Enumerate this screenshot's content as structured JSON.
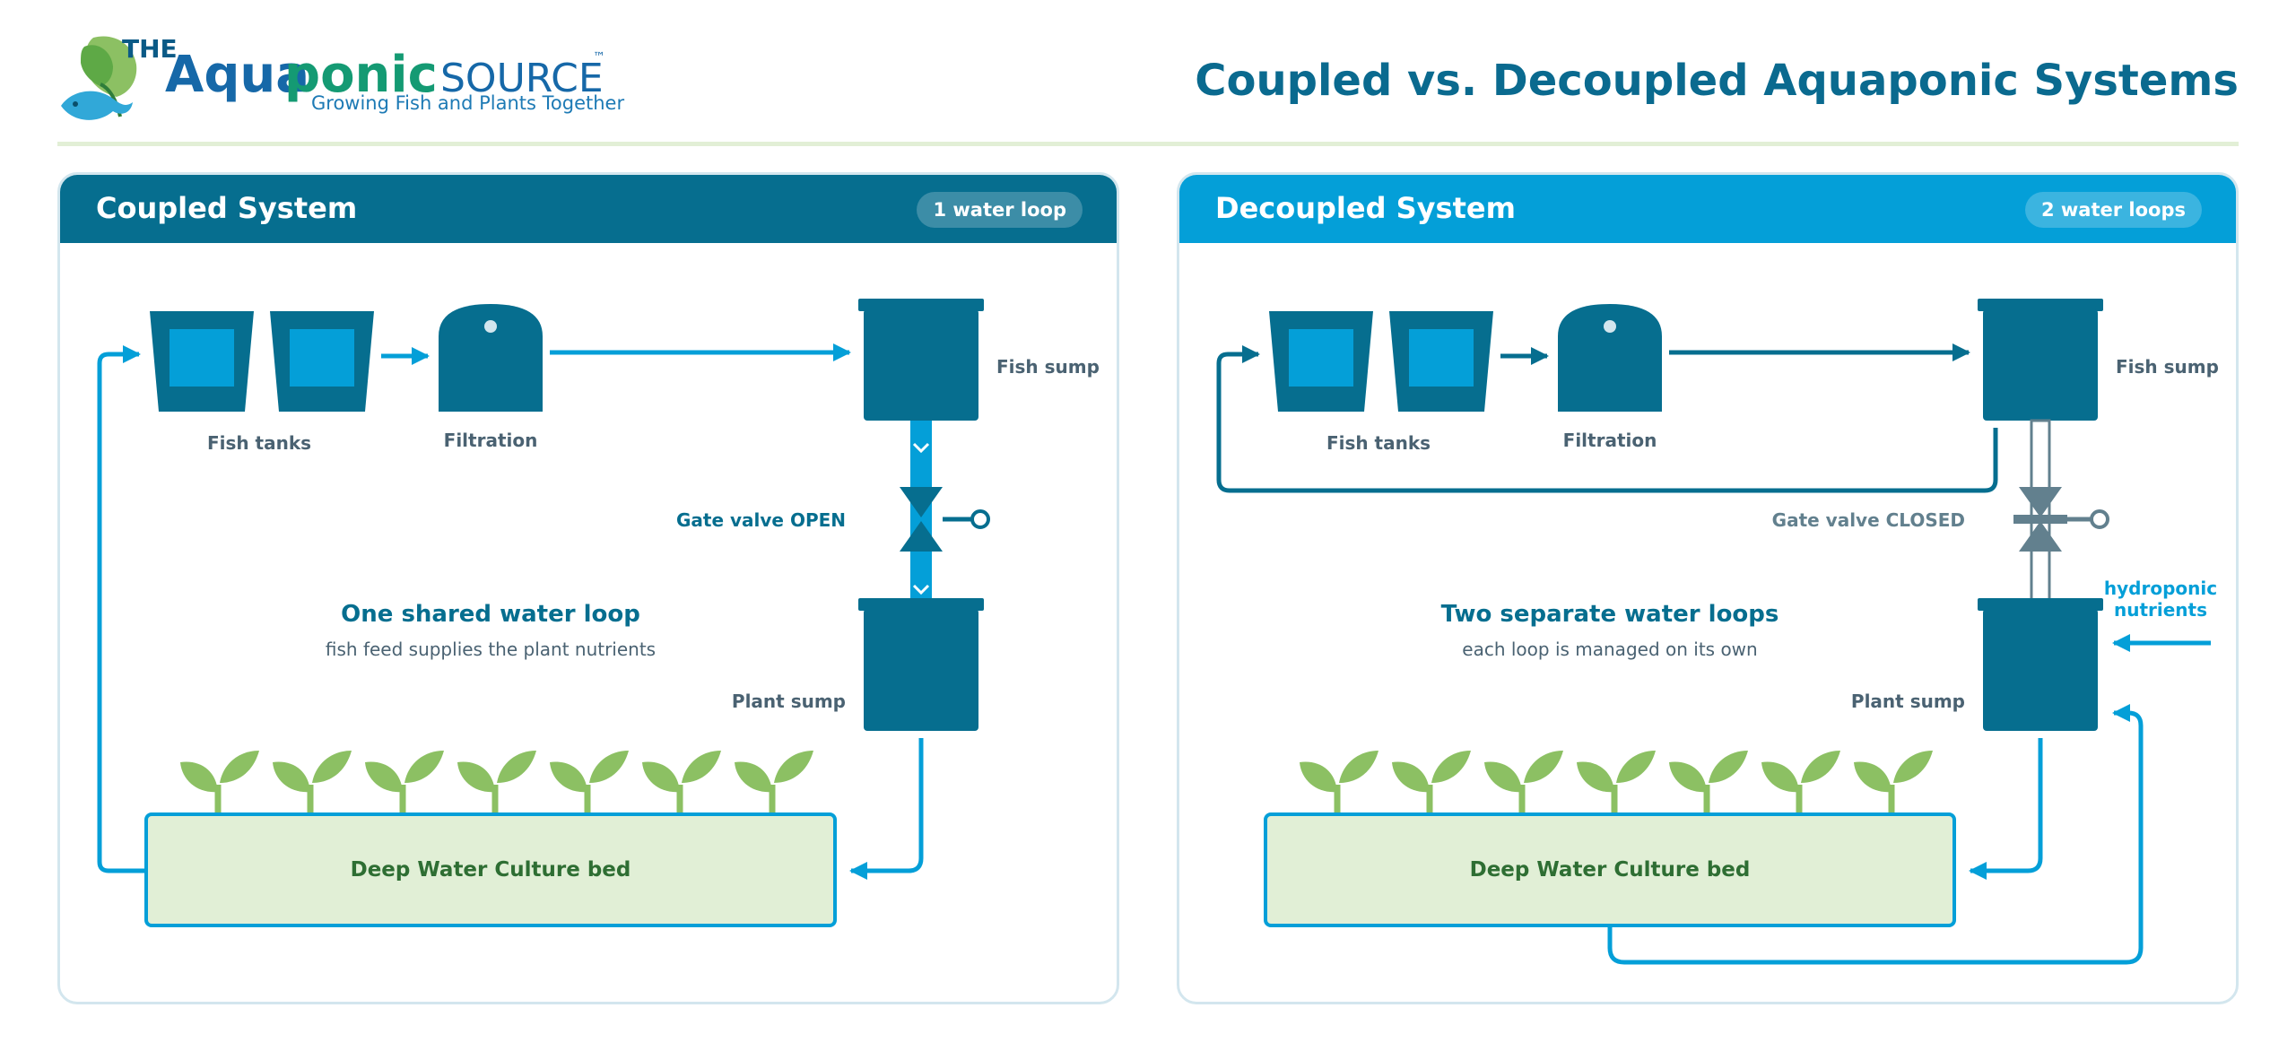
{
  "header": {
    "logo_the": "THE",
    "logo_aqua": "Aqua",
    "logo_ponic": "ponic",
    "logo_source": "SOURCE",
    "logo_tm": "™",
    "logo_tagline": "Growing Fish and Plants Together",
    "title": "Coupled vs. Decoupled Aquaponic Systems"
  },
  "coupled": {
    "title": "Coupled System",
    "badge": "1 water loop",
    "fish_tanks": "Fish tanks",
    "filtration": "Filtration",
    "fish_sump": "Fish sump",
    "gate_valve": "Gate valve OPEN",
    "plant_sump": "Plant sump",
    "loop_title": "One shared water loop",
    "loop_subtitle": "fish feed supplies the plant nutrients",
    "bed": "Deep Water Culture bed"
  },
  "decoupled": {
    "title": "Decoupled System",
    "badge": "2 water loops",
    "fish_tanks": "Fish tanks",
    "filtration": "Filtration",
    "fish_sump": "Fish sump",
    "gate_valve": "Gate valve CLOSED",
    "plant_sump": "Plant sump",
    "nutrients_line1": "hydroponic",
    "nutrients_line2": "nutrients",
    "loop_title": "Two separate water loops",
    "loop_subtitle": "each loop is managed on its own",
    "bed": "Deep Water Culture bed"
  },
  "colors": {
    "dark_teal": "#066e8f",
    "water_blue": "#049fd8",
    "leaf_green": "#8cc063",
    "bed_fill": "#e1efd6",
    "bed_text": "#2e6e33",
    "label_gray": "#4a6272",
    "valve_gray": "#62808e"
  }
}
